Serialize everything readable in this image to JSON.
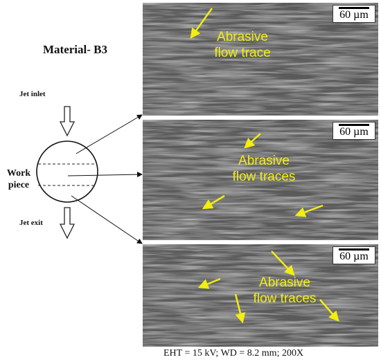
{
  "figure": {
    "material_title": "Material- B3",
    "jet_inlet": "Jet inlet",
    "jet_exit": "Jet exit",
    "work_piece_line1": "Work",
    "work_piece_line2": "piece",
    "caption": "EHT = 15 kV; WD = 8.2 mm;  200X"
  },
  "panels": [
    {
      "scale": "60 µm",
      "annotation_line1": "Abrasive",
      "annotation_line2": "flow trace"
    },
    {
      "scale": "60 µm",
      "annotation_line1": "Abrasive",
      "annotation_line2": "flow traces"
    },
    {
      "scale": "60 µm",
      "annotation_line1": "Abrasive",
      "annotation_line2": "flow traces"
    }
  ],
  "colors": {
    "annotation": "#f2ee10",
    "sem_base": "#6d6d6d"
  }
}
